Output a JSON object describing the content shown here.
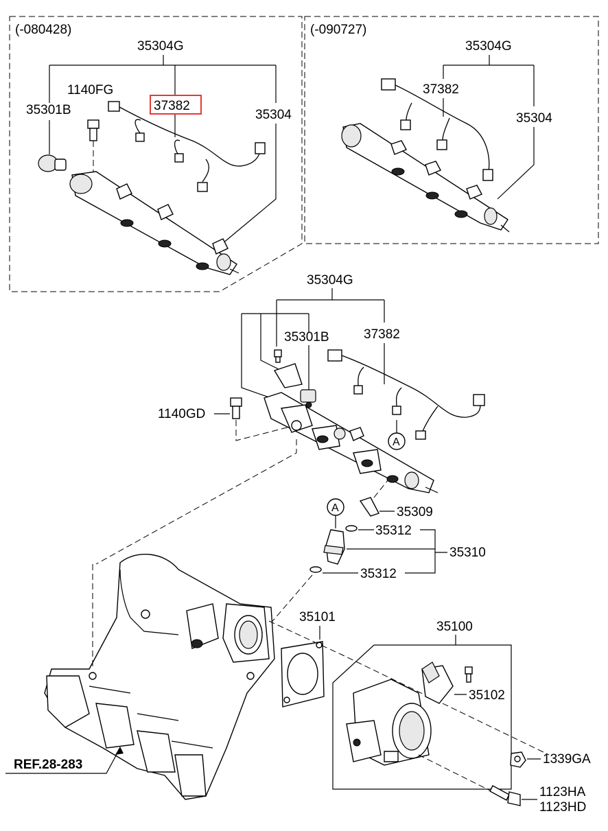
{
  "panels": {
    "left_inset": {
      "date_code": "(-080428)",
      "labels": {
        "assembly": "35304G",
        "bolt": "1140FG",
        "pressure_regulator": "35301B",
        "harness_highlighted": "37382",
        "fuel_rail": "35304"
      }
    },
    "right_inset": {
      "date_code": "(-090727)",
      "labels": {
        "assembly": "35304G",
        "harness": "37382",
        "fuel_rail": "35304"
      }
    }
  },
  "main": {
    "labels": {
      "assembly": "35304G",
      "pressure_regulator": "35301B",
      "harness": "37382",
      "bolt": "1140GD",
      "circle_ref_top": "A",
      "circle_ref_injector": "A",
      "clip": "35309",
      "oring_top": "35312",
      "injector": "35310",
      "oring_bottom": "35312",
      "gasket": "35101",
      "throttle_body": "35100",
      "tps_sensor": "35102",
      "nut": "1339GA",
      "bolt_a": "1123HA",
      "bolt_b": "1123HD",
      "reference": "REF.28-283"
    }
  },
  "colors": {
    "highlight_box": "#e53935",
    "line": "#000000",
    "background": "#ffffff"
  }
}
